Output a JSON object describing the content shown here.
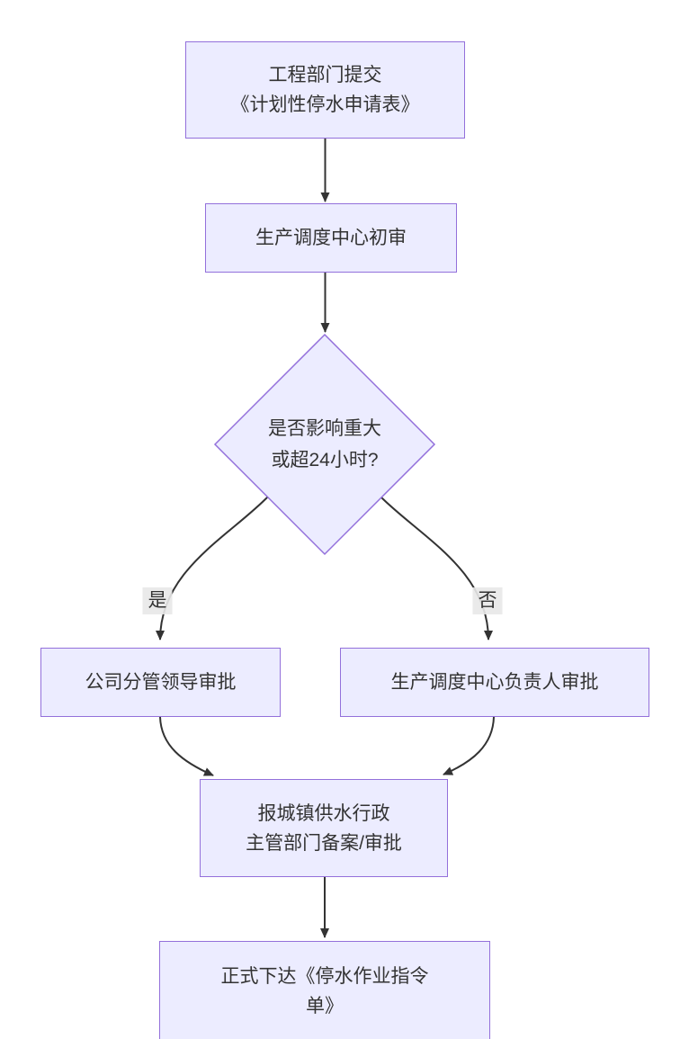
{
  "diagram": {
    "title": "planned-water-shutoff-approval-flowchart",
    "nodes": {
      "submit": {
        "text": "工程部门提交\n《计划性停水申请表》"
      },
      "initial_review": {
        "text": "生产调度中心初审"
      },
      "decision": {
        "text": "是否影响重大\n或超24小时?"
      },
      "leader_approval": {
        "text": "公司分管领导审批"
      },
      "dispatch_head_approval": {
        "text": "生产调度中心负责人审批"
      },
      "report_authority": {
        "text": "报城镇供水行政\n主管部门备案/审批"
      },
      "issue_order": {
        "text": "正式下达《停水作业指令\n单》"
      }
    },
    "edge_labels": {
      "yes": "是",
      "no": "否"
    },
    "colors": {
      "node_fill": "#ECECFF",
      "node_border": "#9370DB",
      "edge_line": "#333333",
      "text": "#333333",
      "edge_label_bg": "#e8e8e8"
    }
  }
}
